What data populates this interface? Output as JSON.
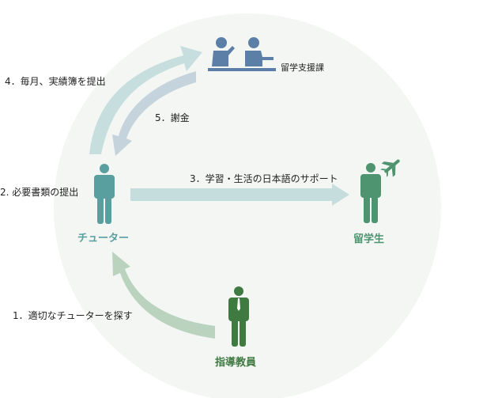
{
  "colors": {
    "background_circle": "#f3f6f3",
    "tutor": "#5a9fa0",
    "student": "#4e9470",
    "teacher": "#3f7a40",
    "office": "#5b7fa6",
    "arrow_report": "#c6dedd",
    "arrow_reward": "#c5d4dc",
    "arrow_support": "#c5dedd",
    "arrow_search": "#b9d3bf"
  },
  "roles": {
    "tutor": "チューター",
    "student": "留学生",
    "teacher": "指導教員",
    "office": "留学支援課"
  },
  "steps": {
    "step1": "1．適切なチューターを探す",
    "step2": "2.  必要書類の提出",
    "step3": "3．学習・生活の日本語のサポート",
    "step4": "4．毎月、実績簿を提出",
    "step5": "5．謝金"
  },
  "icons": [
    "tutor-person-icon",
    "student-person-icon",
    "airplane-icon",
    "teacher-person-icon",
    "office-meeting-icon"
  ]
}
